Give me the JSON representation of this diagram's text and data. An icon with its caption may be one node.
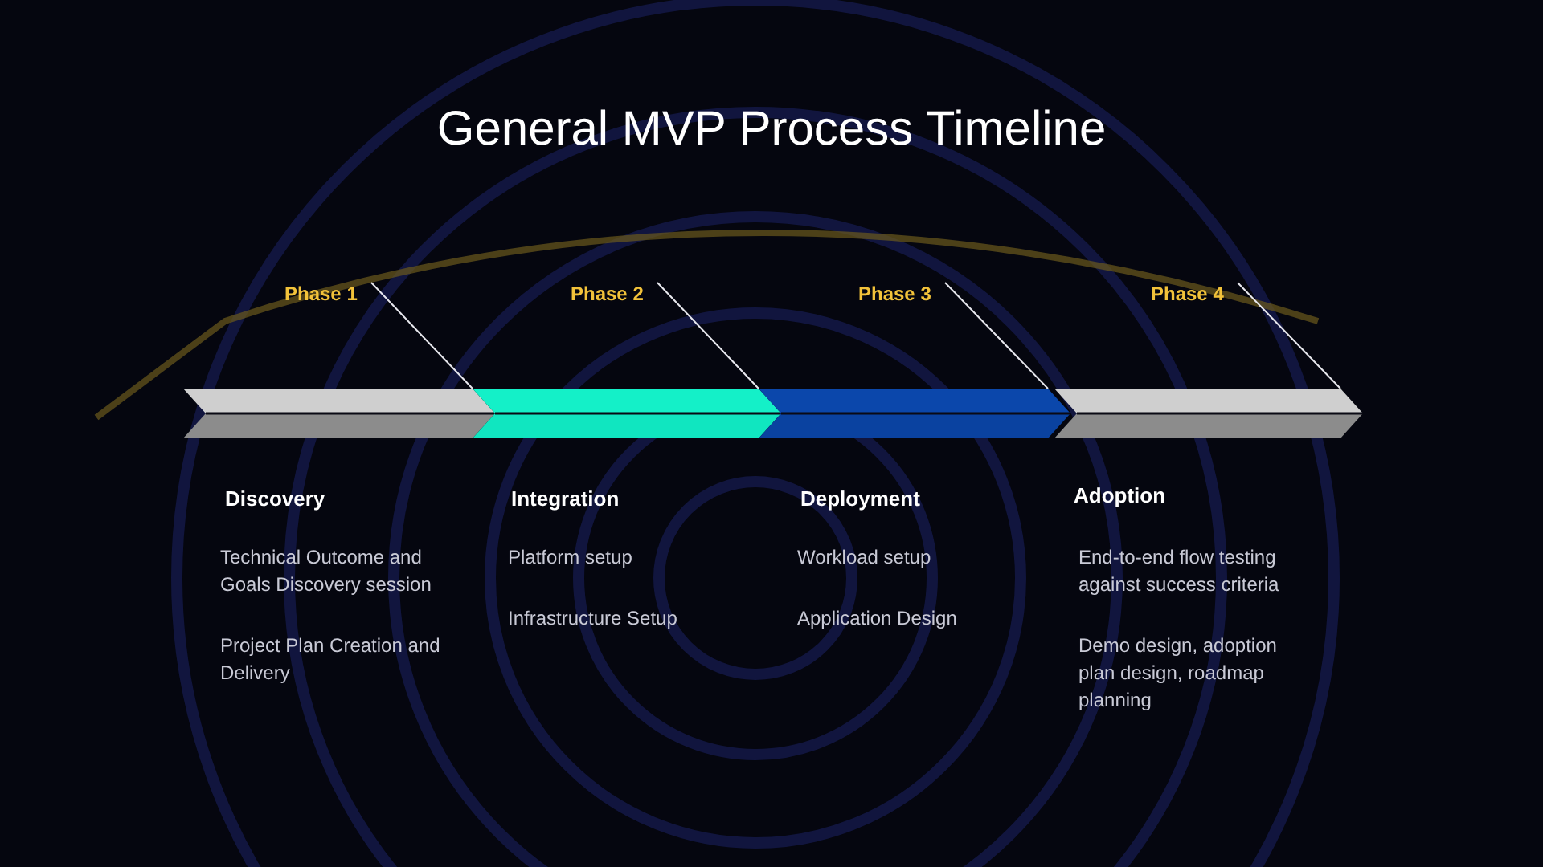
{
  "diagram": {
    "title": "General MVP Process Timeline",
    "nodes": [
      {
        "text": [
          "Phase 1"
        ]
      },
      {
        "text": [
          "Phase 2"
        ]
      },
      {
        "text": [
          "Phase 3"
        ]
      },
      {
        "text": [
          "Phase 4"
        ]
      },
      {
        "text": [],
        "shape": "bar"
      },
      {
        "text": [],
        "shape": "bar"
      },
      {
        "text": [],
        "shape": "bar"
      },
      {
        "text": [],
        "shape": "bar"
      }
    ],
    "edges": [
      {
        "from": 0,
        "to": 4,
        "arrow": "none"
      },
      {
        "from": 1,
        "to": 5,
        "arrow": "none"
      },
      {
        "from": 2,
        "to": 6,
        "arrow": "none"
      },
      {
        "from": 3,
        "to": 7,
        "arrow": "none"
      }
    ],
    "labels": [
      "Discovery",
      "Integration",
      "Deployment",
      "Adoption",
      "Technical Outcome and Goals Discovery session",
      "Platform setup",
      "Workload setup",
      "End-to-end flow testing against success criteria",
      "Infrastructure Setup",
      "Application Design",
      "Project Plan Creation and Delivery",
      "Demo design, adoption plan design, roadmap planning"
    ]
  }
}
